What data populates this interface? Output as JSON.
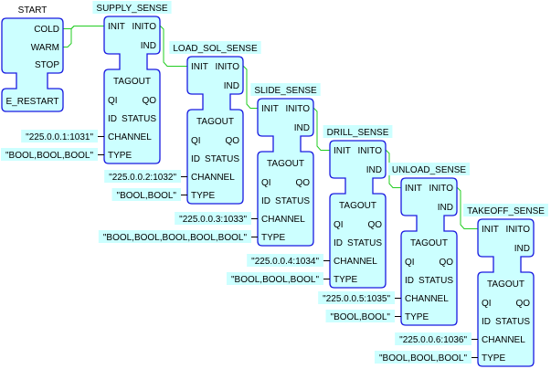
{
  "diagram": {
    "colors": {
      "block_fill": "#ccffff",
      "block_border": "#1a1ae0",
      "label_background": "#ccffff",
      "event_connection": "#22cc22",
      "data_connection": "#000000",
      "canvas_background": "#ffffff"
    },
    "fb_types": {
      "E_RESTART": {
        "event_outputs": [
          "COLD",
          "WARM",
          "STOP"
        ]
      },
      "TAGOUT": {
        "event_inputs": [
          "INIT"
        ],
        "event_outputs": [
          "INITO",
          "IND"
        ],
        "data_inputs": [
          "QI",
          "ID",
          "CHANNEL",
          "TYPE"
        ],
        "data_outputs": [
          "QO",
          "STATUS"
        ]
      }
    },
    "blocks": [
      {
        "instance_name": "START",
        "type_name": "E_RESTART",
        "params": []
      },
      {
        "instance_name": "SUPPLY_SENSE",
        "type_name": "TAGOUT",
        "params": [
          {
            "port": "CHANNEL",
            "value": "\"225.0.0.1:1031\""
          },
          {
            "port": "TYPE",
            "value": "\"BOOL,BOOL,BOOL\""
          }
        ]
      },
      {
        "instance_name": "LOAD_SOL_SENSE",
        "type_name": "TAGOUT",
        "params": [
          {
            "port": "CHANNEL",
            "value": "\"225.0.0.2:1032\""
          },
          {
            "port": "TYPE",
            "value": "\"BOOL,BOOL\""
          }
        ]
      },
      {
        "instance_name": "SLIDE_SENSE",
        "type_name": "TAGOUT",
        "params": [
          {
            "port": "CHANNEL",
            "value": "\"225.0.0.3:1033\""
          },
          {
            "port": "TYPE",
            "value": "\"BOOL,BOOL,BOOL,BOOL,BOOL\""
          }
        ]
      },
      {
        "instance_name": "DRILL_SENSE",
        "type_name": "TAGOUT",
        "params": [
          {
            "port": "CHANNEL",
            "value": "\"225.0.0.4:1034\""
          },
          {
            "port": "TYPE",
            "value": "\"BOOL,BOOL,BOOL\""
          }
        ]
      },
      {
        "instance_name": "UNLOAD_SENSE",
        "type_name": "TAGOUT",
        "params": [
          {
            "port": "CHANNEL",
            "value": "\"225.0.0.5:1035\""
          },
          {
            "port": "TYPE",
            "value": "\"BOOL,BOOL\""
          }
        ]
      },
      {
        "instance_name": "TAKEOFF_SENSE",
        "type_name": "TAGOUT",
        "params": [
          {
            "port": "CHANNEL",
            "value": "\"225.0.0.6:1036\""
          },
          {
            "port": "TYPE",
            "value": "\"BOOL,BOOL,BOOL\""
          }
        ]
      }
    ],
    "connections": [
      {
        "from": "START.COLD",
        "to": "SUPPLY_SENSE.INIT"
      },
      {
        "from": "START.WARM",
        "to": "SUPPLY_SENSE.INIT"
      },
      {
        "from": "SUPPLY_SENSE.INITO",
        "to": "LOAD_SOL_SENSE.INIT"
      },
      {
        "from": "LOAD_SOL_SENSE.INITO",
        "to": "SLIDE_SENSE.INIT"
      },
      {
        "from": "SLIDE_SENSE.INITO",
        "to": "DRILL_SENSE.INIT"
      },
      {
        "from": "DRILL_SENSE.INITO",
        "to": "UNLOAD_SENSE.INIT"
      },
      {
        "from": "UNLOAD_SENSE.INITO",
        "to": "TAKEOFF_SENSE.INIT"
      }
    ]
  }
}
